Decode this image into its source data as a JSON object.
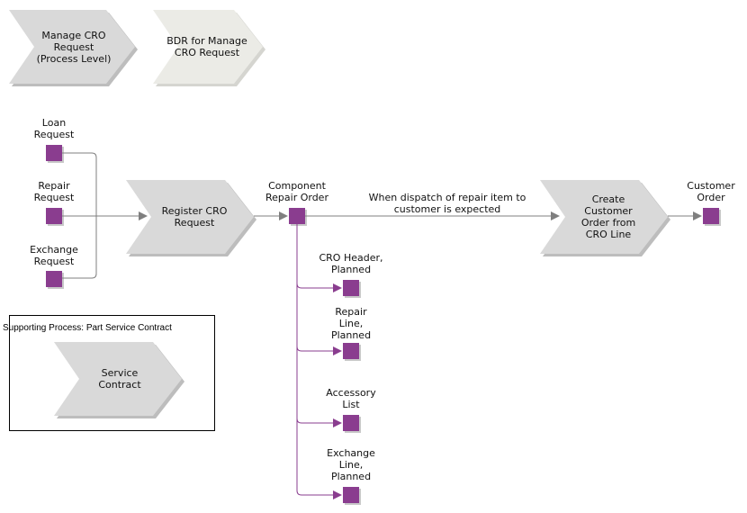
{
  "colors": {
    "process_fill": "#d9d9d9",
    "process_shadow": "#bdbdbd",
    "bdr_fill": "#ebebe6",
    "event_fill": "#8a3d8f",
    "event_shadow": "#c8c8c8",
    "arrow_gray": "#7f7f7f",
    "arrow_purple": "#8a3d8f"
  },
  "header": {
    "manage_process": "Manage CRO\nRequest\n(Process Level)",
    "bdr": "BDR for Manage\nCRO Request"
  },
  "inputs": {
    "loan": "Loan\nRequest",
    "repair": "Repair\nRequest",
    "exchange": "Exchange\nRequest"
  },
  "register": "Register CRO\nRequest",
  "component_order": "Component\nRepair Order",
  "dispatch_condition": "When dispatch of repair item to\ncustomer is expected",
  "create_customer_order": "Create\nCustomer\nOrder from\nCRO Line",
  "customer_order": "Customer\nOrder",
  "outputs": {
    "cro_header": "CRO Header,\nPlanned",
    "repair_line": "Repair\nLine,\nPlanned",
    "accessory_list": "Accessory\nList",
    "exchange_line": "Exchange\nLine,\nPlanned"
  },
  "support": {
    "title": "Supporting Process: Part Service Contract",
    "service_contract": "Service\nContract"
  }
}
